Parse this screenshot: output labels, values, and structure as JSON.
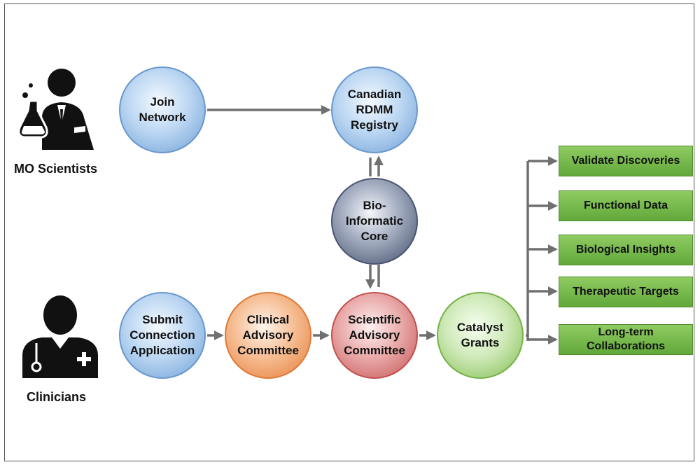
{
  "actors": {
    "scientists": {
      "label": "MO Scientists",
      "icon": "scientist-icon"
    },
    "clinicians": {
      "label": "Clinicians",
      "icon": "doctor-icon"
    }
  },
  "nodes": {
    "join_network": "Join\nNetwork",
    "registry": "Canadian\nRDMM\nRegistry",
    "bioinformatic": "Bio-\nInformatic\nCore",
    "submit": "Submit\nConnection\nApplication",
    "clinical": "Clinical\nAdvisory\nCommittee",
    "scientific": "Scientific\nAdvisory\nCommittee",
    "catalyst": "Catalyst\nGrants"
  },
  "outcomes": [
    "Validate Discoveries",
    "Functional Data",
    "Biological Insights",
    "Therapeutic Targets",
    "Long-term\nCollaborations"
  ],
  "colors": {
    "arrow": "#707070",
    "blue": "#6d9fd6",
    "orange": "#e57b36",
    "red": "#c4504f",
    "green": "#7fbd4f",
    "navy": "#3e4a66",
    "outcome_box": "#7bbd4e"
  }
}
